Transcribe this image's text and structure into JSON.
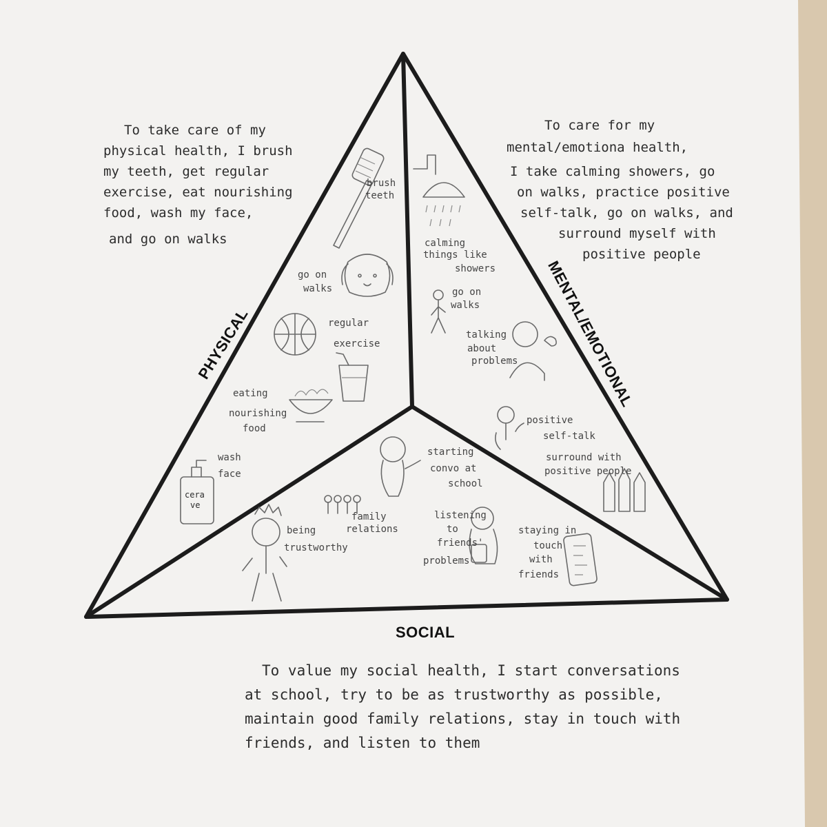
{
  "sections": {
    "physical": {
      "label": "PHYSICAL",
      "paragraph": [
        "To take care of my",
        "physical health, I brush",
        "my teeth, get regular",
        "exercise, eat nourishing",
        "food, wash my face,",
        "and go on walks"
      ],
      "items": [
        {
          "lines": [
            "brush",
            "teeth"
          ]
        },
        {
          "lines": [
            "go on",
            "walks"
          ]
        },
        {
          "lines": [
            "regular",
            "exercise"
          ]
        },
        {
          "lines": [
            "eating",
            "nourishing",
            "food"
          ]
        },
        {
          "lines": [
            "wash",
            "face"
          ]
        }
      ],
      "bottle_text": [
        "cera",
        "ve"
      ]
    },
    "mental": {
      "label": "MENTAL/EMOTIONAL",
      "paragraph": [
        "To care for my",
        "mental/emotiona health,",
        "I take calming showers, go",
        "on walks, practice positive",
        "self-talk, go on walks, and",
        "surround myself with",
        "positive people"
      ],
      "items": [
        {
          "lines": [
            "calming",
            "things like",
            "showers"
          ]
        },
        {
          "lines": [
            "go on",
            "walks"
          ]
        },
        {
          "lines": [
            "talking",
            "about",
            "problems"
          ]
        },
        {
          "lines": [
            "positive",
            "self-talk"
          ]
        },
        {
          "lines": [
            "surround with",
            "positive people"
          ]
        }
      ]
    },
    "social": {
      "label": "SOCIAL",
      "paragraph": [
        "To value my social health, I start conversations",
        "at school, try to be as trustworthy as possible,",
        "maintain good family relations, stay in touch with",
        "friends, and listen to them"
      ],
      "items": [
        {
          "lines": [
            "starting",
            "convo at",
            "school"
          ]
        },
        {
          "lines": [
            "family",
            "relations"
          ]
        },
        {
          "lines": [
            "being",
            "trustworthy"
          ]
        },
        {
          "lines": [
            "listening",
            "to",
            "friends'",
            "problems"
          ]
        },
        {
          "lines": [
            "staying in",
            "touch",
            "with",
            "friends"
          ]
        }
      ]
    }
  },
  "colors": {
    "paper": "#f3f2f0",
    "table": "#d9c8ae",
    "ink": "#1c1c1c",
    "pencil": "#6a6a6a"
  }
}
